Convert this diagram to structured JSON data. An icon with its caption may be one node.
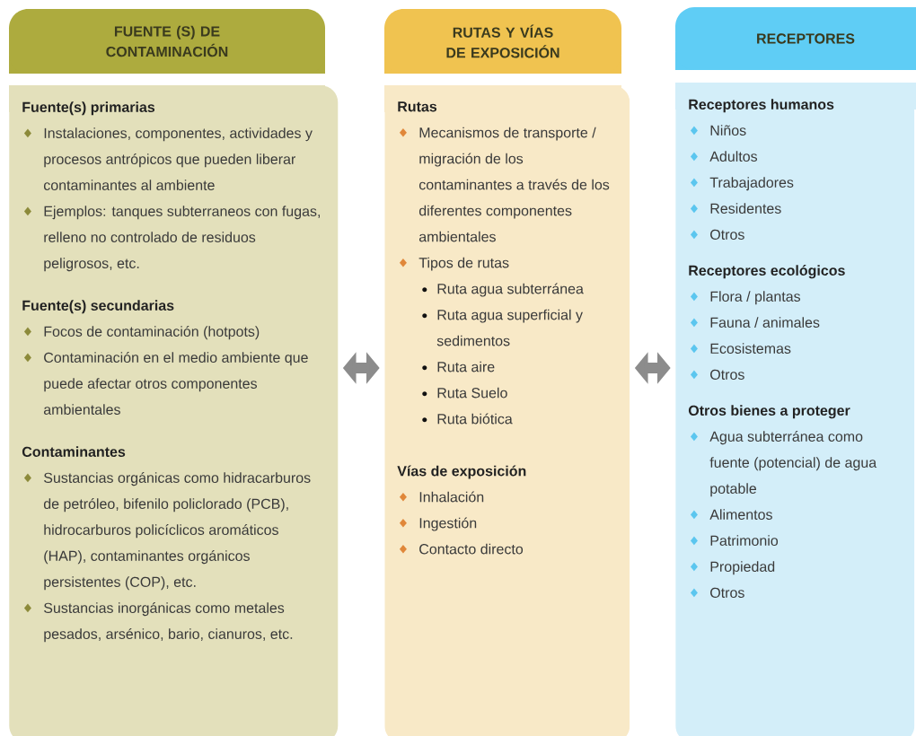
{
  "diagram": {
    "nodes": [
      {
        "text": [
          "FUENTE (S) DE CONTAMINACIÓN"
        ]
      },
      {
        "text": [
          "RUTAS Y VÍAS DE EXPOSICIÓN"
        ]
      },
      {
        "text": [
          "RECEPTORES"
        ]
      },
      {
        "text": [
          "Fuente(s) primarias",
          "Instalaciones, componentes, actividades y procesos antrópicos que pueden liberar contaminantes al ambiente",
          "Ejemplos: tanques subterraneos con fugas, relleno no controlado de residuos peligrosos, etc.",
          "Fuente(s) secundarias",
          "Focos de contaminación (hotpots)",
          "Contaminación en el medio ambiente que puede afectar otros componentes ambientales",
          "Contaminantes",
          "Sustancias orgánicas como hidracarburos de petróleo, bifenilo policlorado (PCB), hidrocarburos policíclicos aromáticos (HAP), contaminantes orgánicos persistentes (COP), etc.",
          "Sustancias inorgánicas como metales pesados, arsénico, bario, cianuros, etc."
        ]
      },
      {
        "text": [
          "Rutas",
          "Mecanismos de transporte / migración de los contaminantes a través de los diferentes componentes ambientales",
          "Tipos de rutas",
          "Ruta agua subterránea",
          "Ruta agua superficial y sedimentos",
          "Ruta aire",
          "Ruta Suelo",
          "Ruta biótica",
          "Vías de exposición",
          "Inhalación",
          "Ingestión",
          "Contacto directo"
        ]
      },
      {
        "text": [
          "Receptores humanos",
          "Niños",
          "Adultos",
          "Trabajadores",
          "Residentes",
          "Otros",
          "Receptores ecológicos",
          "Flora / plantas",
          "Fauna / animales",
          "Ecosistemas",
          "Otros",
          "Otros bienes a proteger",
          "Agua subterránea como fuente (potencial) de agua potable",
          "Alimentos",
          "Patrimonio",
          "Propiedad",
          "Otros"
        ]
      }
    ],
    "edges": [
      {
        "from": 3,
        "to": 4,
        "arrow": "both"
      },
      {
        "from": 4,
        "to": 5,
        "arrow": "both"
      }
    ]
  }
}
